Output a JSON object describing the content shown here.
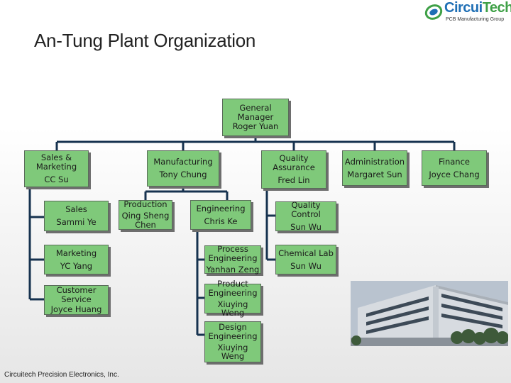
{
  "page": {
    "title": "An-Tung Plant Organization",
    "footer": "Circuitech Precision Electronics, Inc."
  },
  "logo": {
    "word_a": "Circui",
    "word_b": "Tech",
    "sub": "PCB Manufacturing Group",
    "colors": {
      "blue": "#1f6fb5",
      "green": "#3ea046"
    }
  },
  "colors": {
    "box_fill": "#7fc97a",
    "box_border": "#5a6b5a",
    "connector": "#16324f",
    "shadow": "#6e6e6e"
  },
  "org": {
    "gm": {
      "role": "General Manager",
      "name": "Roger Yuan"
    },
    "sales_mkt": {
      "role": "Sales & Marketing",
      "name": "CC Su"
    },
    "sales": {
      "role": "Sales",
      "name": "Sammi Ye"
    },
    "marketing": {
      "role": "Marketing",
      "name": "YC Yang"
    },
    "customer_service": {
      "role": "Customer Service",
      "name": "Joyce Huang"
    },
    "manufacturing": {
      "role": "Manufacturing",
      "name": "Tony Chung"
    },
    "production": {
      "role": "Production",
      "name": "Qing Sheng Chen"
    },
    "engineering": {
      "role": "Engineering",
      "name": "Chris Ke"
    },
    "process_eng": {
      "role": "Process Engineering",
      "name": "Yanhan Zeng"
    },
    "product_eng": {
      "role": "Product Engineering",
      "name": "Xiuying Weng"
    },
    "design_eng": {
      "role": "Design Engineering",
      "name": "Xiuying Weng"
    },
    "qa": {
      "role": "Quality Assurance",
      "name": "Fred Lin"
    },
    "qc": {
      "role": "Quality Control",
      "name": "Sun Wu"
    },
    "chem_lab": {
      "role": "Chemical Lab",
      "name": "Sun Wu"
    },
    "admin": {
      "role": "Administration",
      "name": "Margaret Sun"
    },
    "finance": {
      "role": "Finance",
      "name": "Joyce Chang"
    }
  },
  "photo": {
    "subject": "factory-building-photo",
    "colors": {
      "sky": "#b9c3cf",
      "wall": "#d7dbe0",
      "window": "#3d4a57",
      "trees": "#3e5a3a"
    }
  }
}
